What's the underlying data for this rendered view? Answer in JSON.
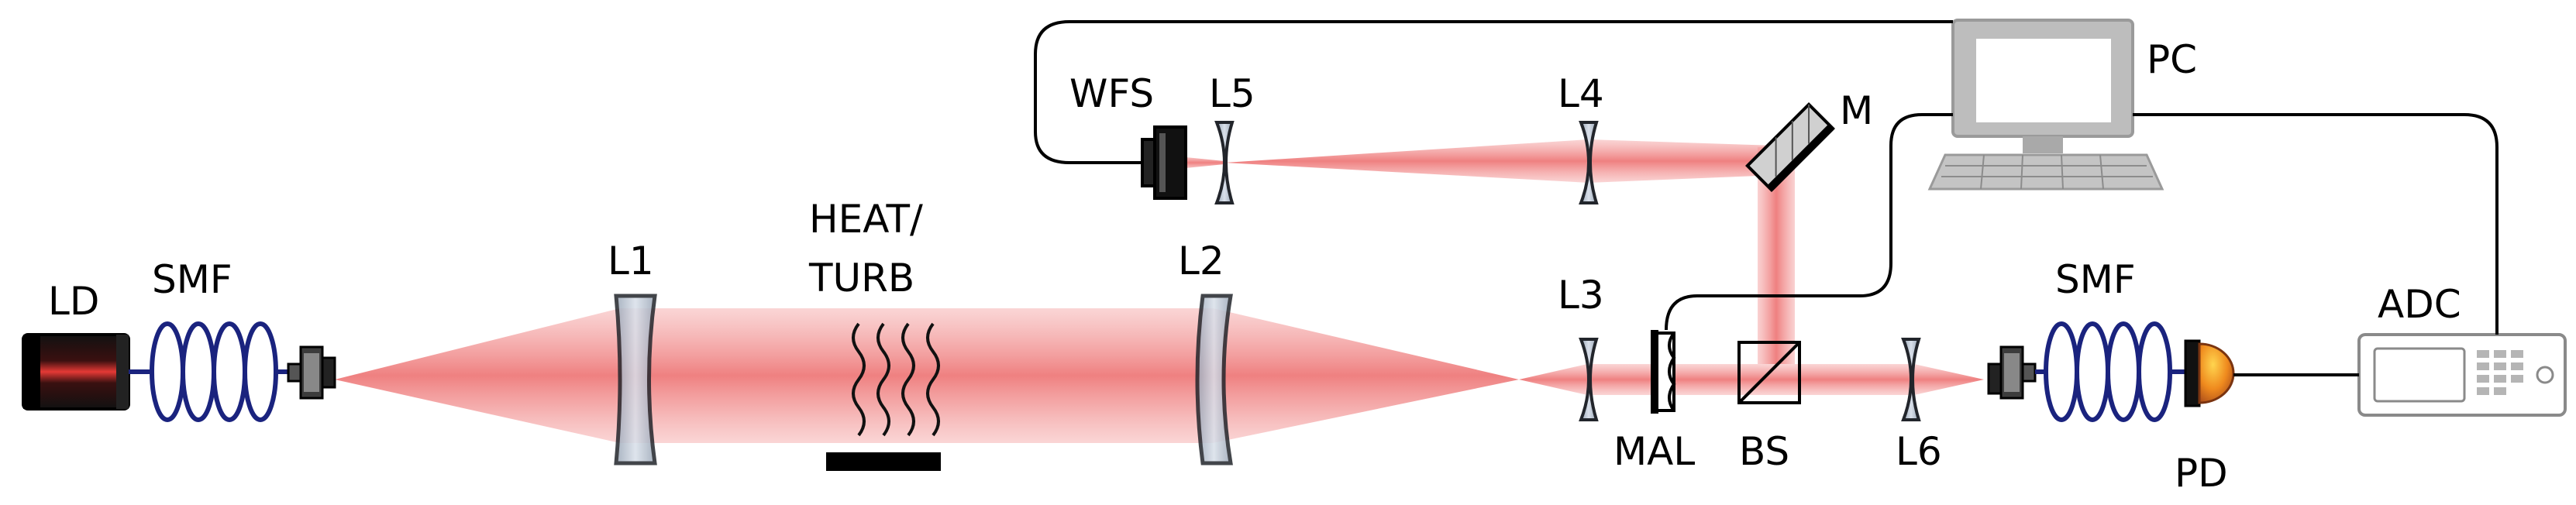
{
  "labels": {
    "ld": "LD",
    "smf_in": "SMF",
    "l1": "L1",
    "heat_line1": "HEAT/",
    "heat_line2": "TURB",
    "l2": "L2",
    "l3": "L3",
    "l4": "L4",
    "l5": "L5",
    "wfs": "WFS",
    "m": "M",
    "pc": "PC",
    "mal": "MAL",
    "bs": "BS",
    "l6": "L6",
    "smf_out": "SMF",
    "pd": "PD",
    "adc": "ADC"
  },
  "colors": {
    "beam": "#f08080",
    "fiber": "#1a237e",
    "lens_fill": "#b8c4d4",
    "lens_stroke": "#22252b",
    "pc_body": "#b3b3b3",
    "pd_dome": "#e8912a",
    "ld_core": "#c62828"
  }
}
